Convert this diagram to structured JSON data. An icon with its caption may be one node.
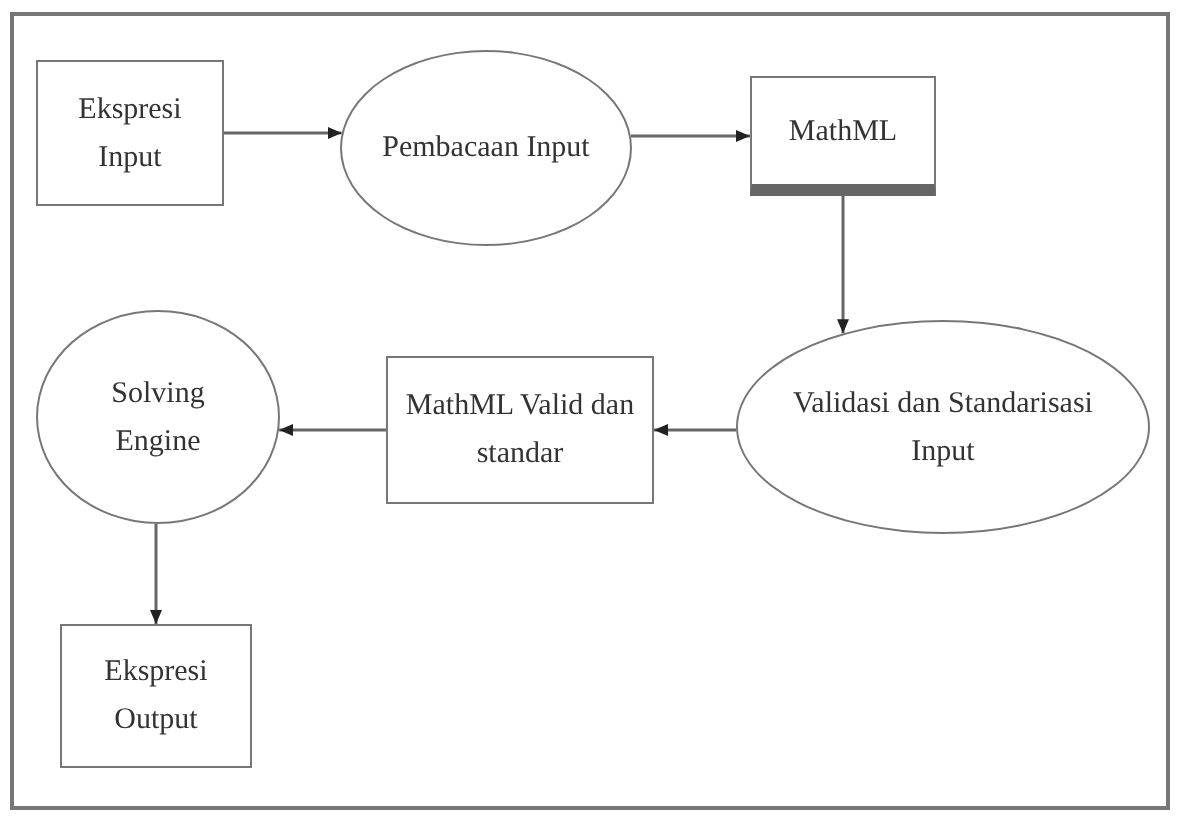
{
  "diagram": {
    "nodes": [
      {
        "text": [
          "Ekspresi Input"
        ]
      },
      {
        "text": [
          "Pembacaan Input"
        ]
      },
      {
        "text": [
          "MathML"
        ]
      },
      {
        "text": [
          "Validasi dan Standarisasi Input"
        ]
      },
      {
        "text": [
          "MathML Valid dan standar"
        ]
      },
      {
        "text": [
          "Solving Engine"
        ]
      },
      {
        "text": [
          "Ekspresi Output"
        ]
      }
    ],
    "edges": [
      {
        "from": 0,
        "to": 1,
        "arrow": "to"
      },
      {
        "from": 1,
        "to": 2,
        "arrow": "to"
      },
      {
        "from": 2,
        "to": 3,
        "arrow": "to"
      },
      {
        "from": 3,
        "to": 4,
        "arrow": "to"
      },
      {
        "from": 4,
        "to": 5,
        "arrow": "to"
      },
      {
        "from": 5,
        "to": 6,
        "arrow": "to"
      }
    ]
  }
}
